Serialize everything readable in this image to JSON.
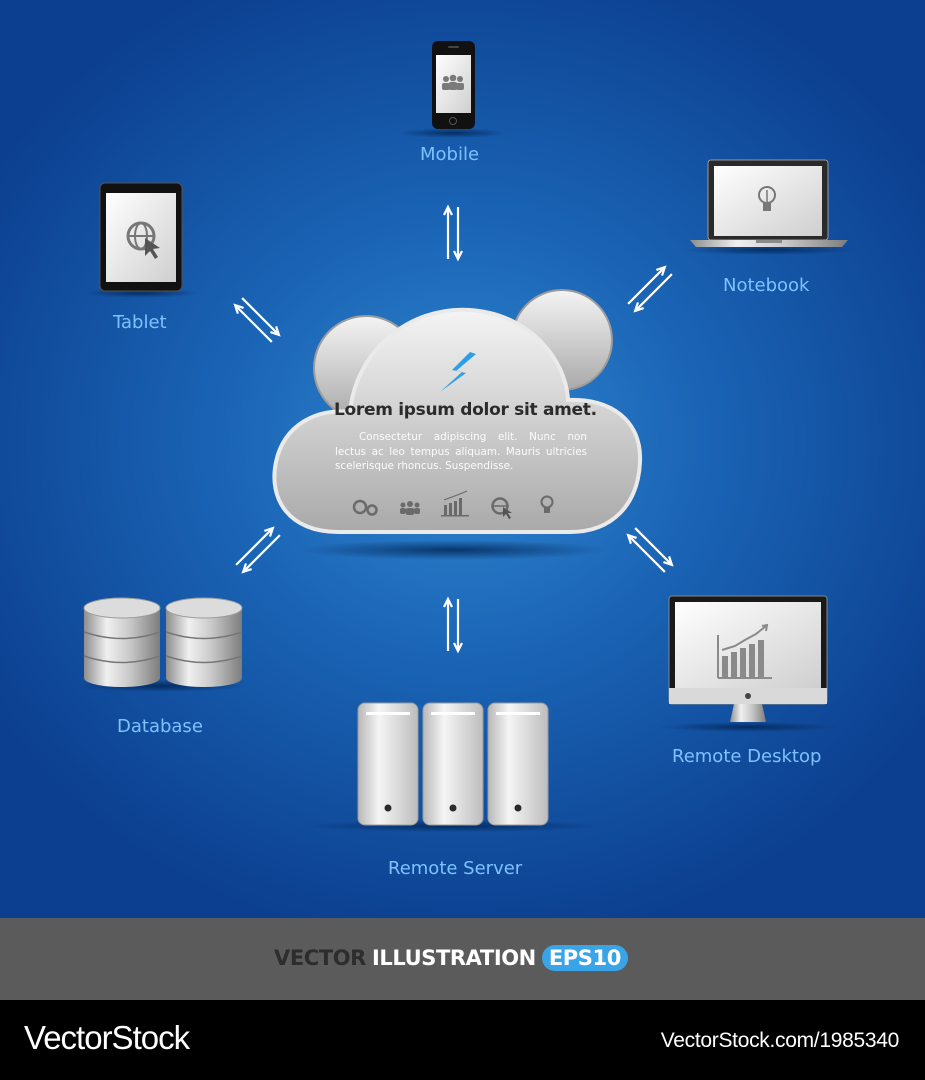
{
  "nodes": {
    "mobile": "Mobile",
    "tablet": "Tablet",
    "notebook": "Notebook",
    "database": "Database",
    "remote_server": "Remote Server",
    "remote_desktop": "Remote Desktop"
  },
  "cloud": {
    "title": "Lorem ipsum dolor sit amet.",
    "body": "Consectetur adipiscing elit. Nunc non lectus ac leo tempus aliquam. Mauris ultricies scelerisque rhoncus. Suspendisse.",
    "icons": [
      "gears-icon",
      "people-icon",
      "bar-chart-icon",
      "globe-cursor-icon",
      "lightbulb-icon"
    ]
  },
  "band": {
    "word1": "VECTOR",
    "word2": "ILLUSTRATION",
    "badge": "EPS10"
  },
  "footer": {
    "brand": "VectorStock",
    "reference": "VectorStock.com/1985340"
  },
  "colors": {
    "background": "#1a63b4",
    "label": "#7fc1ff",
    "band": "#5b5b5b",
    "badge": "#3aa4e8"
  }
}
